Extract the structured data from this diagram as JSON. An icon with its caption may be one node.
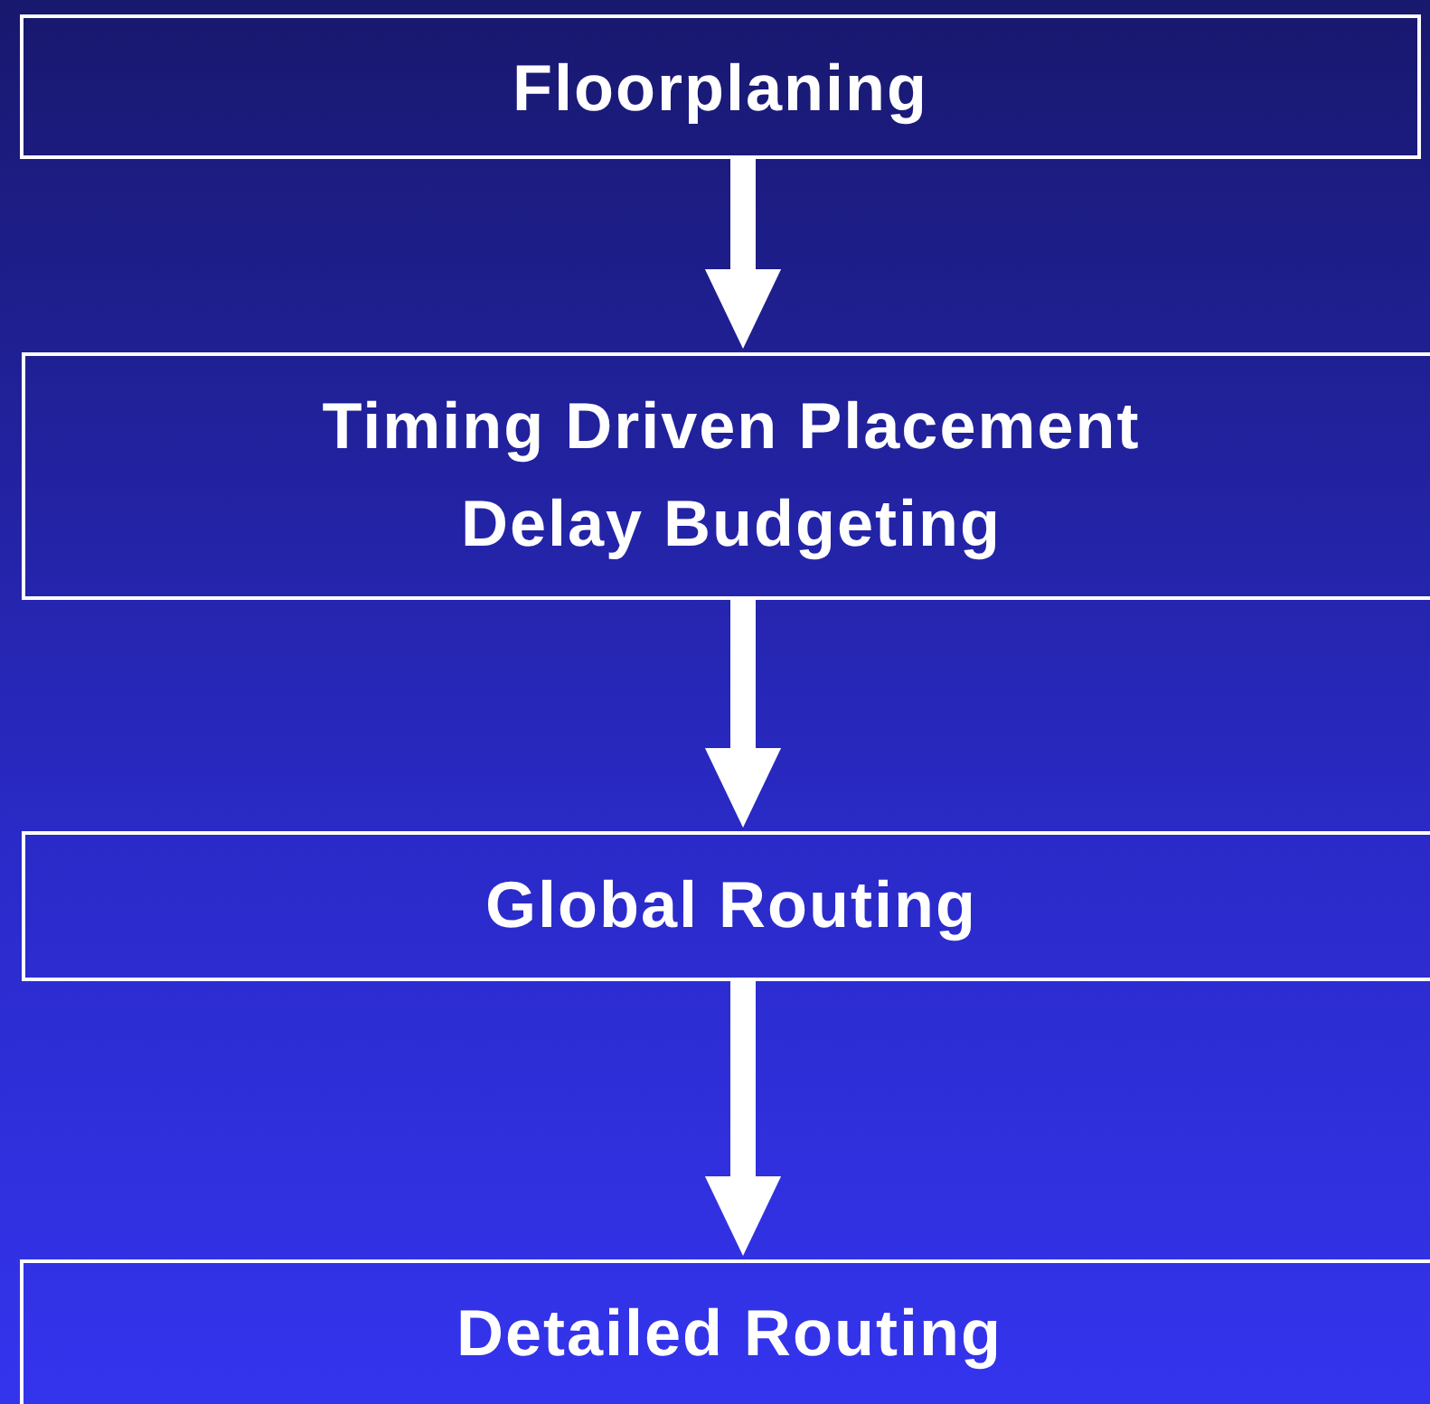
{
  "diagram": {
    "nodes": [
      {
        "text": [
          "Floorplaning"
        ]
      },
      {
        "text": [
          "Timing Driven Placement",
          "Delay Budgeting"
        ]
      },
      {
        "text": [
          "Global Routing"
        ]
      },
      {
        "text": [
          "Detailed Routing"
        ]
      }
    ],
    "edges": [
      {
        "from": 0,
        "to": 1,
        "arrow": "to"
      },
      {
        "from": 1,
        "to": 2,
        "arrow": "to"
      },
      {
        "from": 2,
        "to": 3,
        "arrow": "to"
      }
    ]
  }
}
